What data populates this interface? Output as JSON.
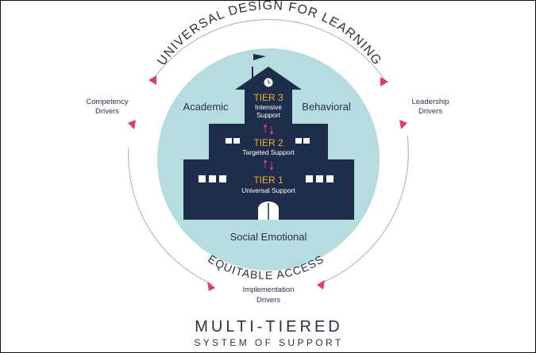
{
  "arc_labels": {
    "top": "UNIVERSAL DESIGN FOR LEARNING",
    "bottom": "EQUITABLE ACCESS"
  },
  "drivers": {
    "competency": [
      "Competency",
      "Drivers"
    ],
    "leadership": [
      "Leadership",
      "Drivers"
    ],
    "implementation": [
      "Implementation",
      "Drivers"
    ]
  },
  "domains": {
    "academic": "Academic",
    "behavioral": "Behavioral",
    "social_emotional": "Social Emotional"
  },
  "tiers": [
    {
      "label": "TIER 3",
      "desc": [
        "Intensive",
        "Support"
      ]
    },
    {
      "label": "TIER 2",
      "desc": [
        "Targeted Support"
      ]
    },
    {
      "label": "TIER 1",
      "desc": [
        "Universal Support"
      ]
    }
  ],
  "title": {
    "main": "MULTI-TIERED",
    "sub": "SYSTEM OF SUPPORT"
  },
  "colors": {
    "circle_fill": "#b5dcde",
    "building": "#1e2d49",
    "tier_label": "#f4b022",
    "accent_arrow": "#dd3a78",
    "ring": "#b9b9b9",
    "text_dark": "#2a3345"
  }
}
